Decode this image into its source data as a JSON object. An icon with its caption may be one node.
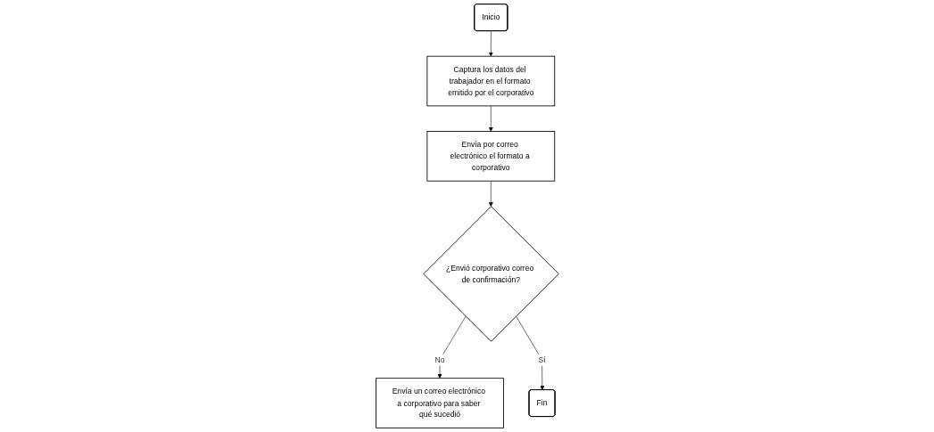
{
  "diagram": {
    "nodes": [
      {
        "text": [
          "Inicio"
        ]
      },
      {
        "text": [
          "Captura los datos del trabajador en el formato emitido por el corporativo"
        ]
      },
      {
        "text": [
          "Envía por correo electrónico el formato a corporativo"
        ]
      },
      {
        "text": [
          "¿Envió corporativo correo de confirmación?"
        ]
      },
      {
        "text": [
          "Envía un correo electrónico a corporativo para saber qué sucedió"
        ]
      },
      {
        "text": [
          "Fin"
        ]
      }
    ],
    "edges": [
      {
        "from": 0,
        "to": 1,
        "arrow": "to"
      },
      {
        "from": 1,
        "to": 2,
        "arrow": "to"
      },
      {
        "from": 2,
        "to": 3,
        "arrow": "to"
      },
      {
        "from": 3,
        "to": 4,
        "arrow": "to",
        "label": "No"
      },
      {
        "from": 3,
        "to": 5,
        "arrow": "to",
        "label": "Sí"
      }
    ]
  }
}
